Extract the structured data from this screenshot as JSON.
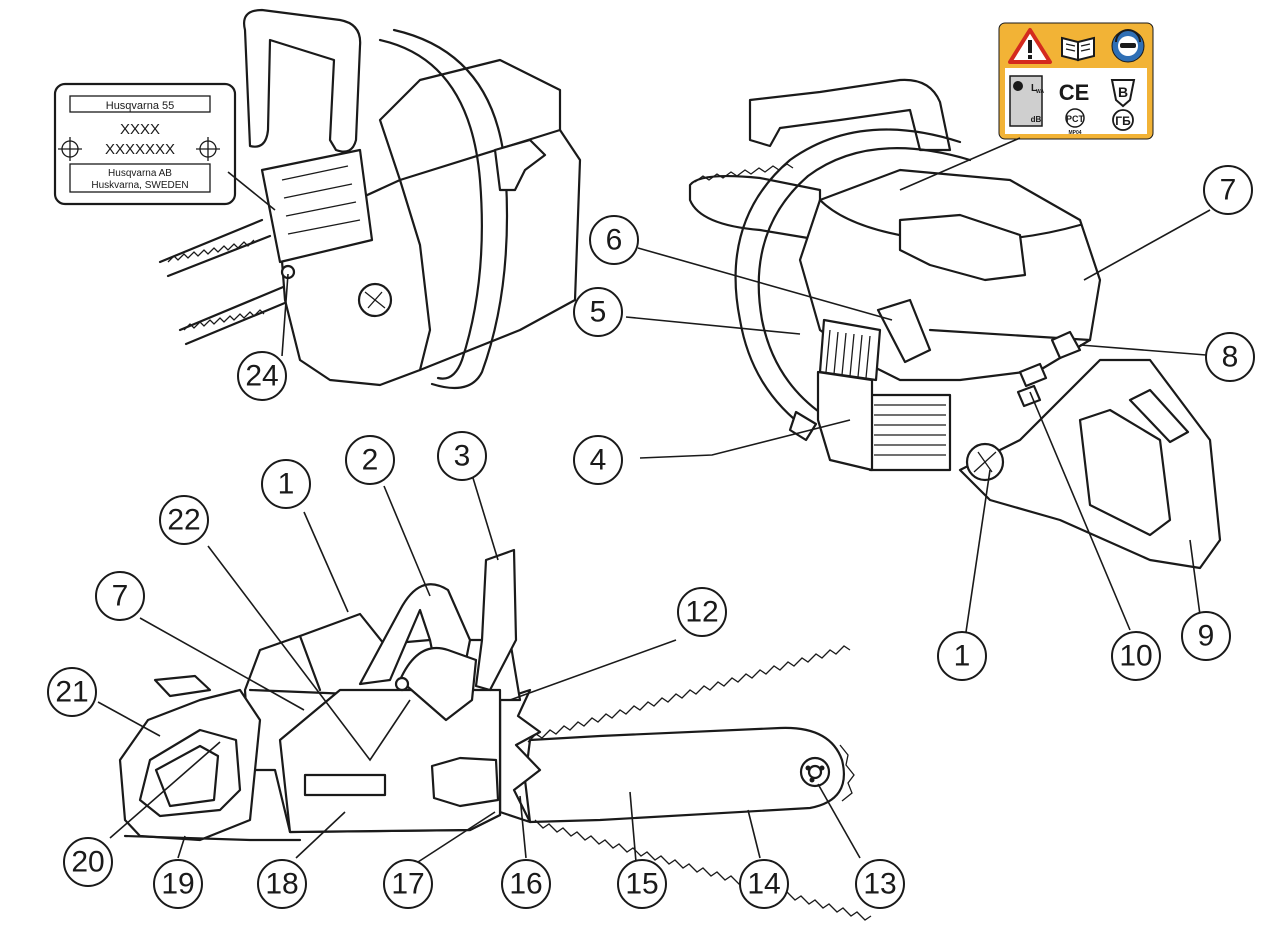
{
  "rating_plate": {
    "model": "Husqvarna 55",
    "serial_1": "XXXX",
    "serial_2": "XXXXXXX",
    "maker_1": "Husqvarna AB",
    "maker_2": "Huskvarna, SWEDEN"
  },
  "decal": {
    "warning_icon": "warning-triangle-icon",
    "manual_icon": "open-book-icon",
    "protection_icon": "hearing-eye-protection-icon",
    "ce_mark": "CE",
    "b_mark": "B",
    "lwa_mark": "L",
    "lwa_sub": "WA",
    "db_mark": "dB",
    "pct_mark": "PCT",
    "pct_sub": "MP04",
    "gost_mark": "ГБ",
    "accent_color": "#f2b336",
    "warning_color": "#d42a1e",
    "protection_color": "#2f6fb5"
  },
  "callouts": [
    {
      "id": "c24",
      "label": "24"
    },
    {
      "id": "c6",
      "label": "6"
    },
    {
      "id": "c5",
      "label": "5"
    },
    {
      "id": "c7r",
      "label": "7"
    },
    {
      "id": "c8",
      "label": "8"
    },
    {
      "id": "c4",
      "label": "4"
    },
    {
      "id": "c1r",
      "label": "1"
    },
    {
      "id": "c10",
      "label": "10"
    },
    {
      "id": "c9",
      "label": "9"
    },
    {
      "id": "c1l",
      "label": "1"
    },
    {
      "id": "c2",
      "label": "2"
    },
    {
      "id": "c3",
      "label": "3"
    },
    {
      "id": "c22",
      "label": "22"
    },
    {
      "id": "c7l",
      "label": "7"
    },
    {
      "id": "c12",
      "label": "12"
    },
    {
      "id": "c21",
      "label": "21"
    },
    {
      "id": "c20",
      "label": "20"
    },
    {
      "id": "c19",
      "label": "19"
    },
    {
      "id": "c18",
      "label": "18"
    },
    {
      "id": "c17",
      "label": "17"
    },
    {
      "id": "c16",
      "label": "16"
    },
    {
      "id": "c15",
      "label": "15"
    },
    {
      "id": "c14",
      "label": "14"
    },
    {
      "id": "c13",
      "label": "13"
    }
  ]
}
